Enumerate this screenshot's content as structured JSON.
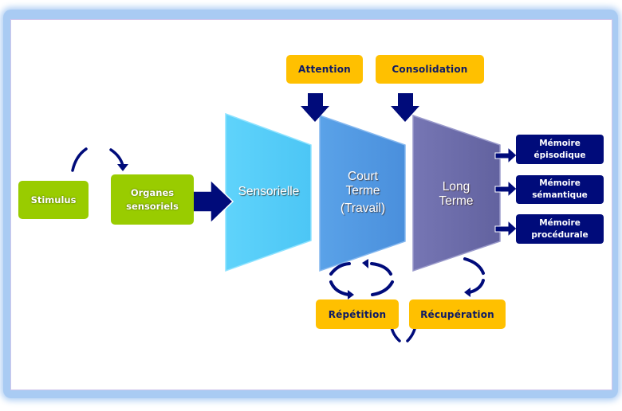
{
  "diagram": {
    "title": "Memory model flow",
    "inputs": {
      "stimulus": "Stimulus",
      "organs_line1": "Organes",
      "organs_line2": "sensoriels"
    },
    "stages": {
      "sensory": "Sensorielle",
      "short_term_line1": "Court",
      "short_term_line2": "Terme",
      "short_term_line3": "(Travail)",
      "long_term_line1": "Long",
      "long_term_line2": "Terme"
    },
    "processes": {
      "attention": "Attention",
      "consolidation": "Consolidation",
      "repetition": "Répétition",
      "recuperation": "Récupération"
    },
    "memory_types": [
      {
        "line1": "Mémoire",
        "line2": "épisodique"
      },
      {
        "line1": "Mémoire",
        "line2": "sémantique"
      },
      {
        "line1": "Mémoire",
        "line2": "procédurale"
      }
    ],
    "colors": {
      "green": "#99cc00",
      "gold": "#ffc000",
      "navy": "#000b7a",
      "sensory": "#55ccf7",
      "short_term": "#4f97e0",
      "long_term": "#6a6aa8",
      "frame": "#a9cbf3"
    }
  }
}
